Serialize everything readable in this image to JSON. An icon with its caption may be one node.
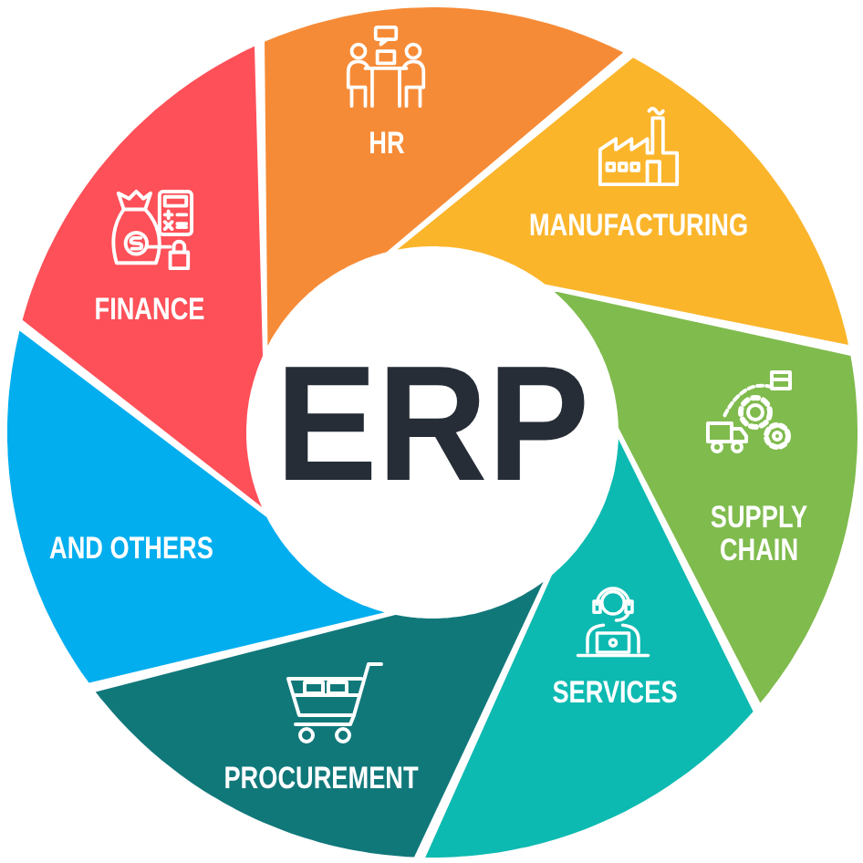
{
  "diagram": {
    "nodes": [
      {
        "text": [
          "ERP"
        ]
      },
      {
        "text": [
          "HR"
        ]
      },
      {
        "text": [
          "MANUFACTURING"
        ]
      },
      {
        "text": [
          "SUPPLY CHAIN"
        ]
      },
      {
        "text": [
          "SERVICES"
        ]
      },
      {
        "text": [
          "PROCUREMENT"
        ]
      },
      {
        "text": [
          "AND OTHERS"
        ]
      },
      {
        "text": [
          "FINANCE"
        ]
      }
    ]
  }
}
